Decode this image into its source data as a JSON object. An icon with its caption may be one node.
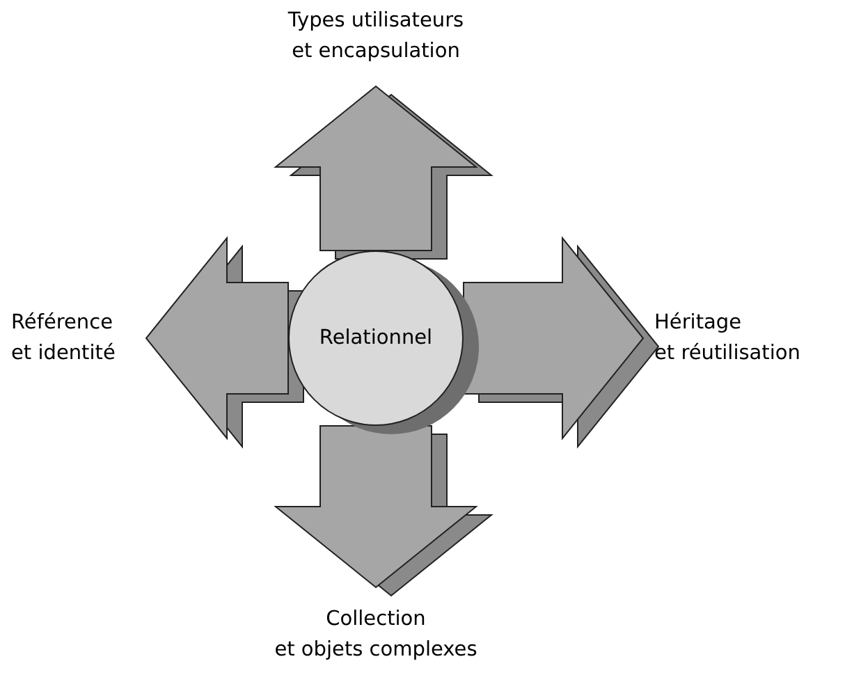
{
  "diagram": {
    "nodes": [
      {
        "text": [
          "Relationnel"
        ]
      },
      {
        "text": [
          "Types utilisateurs et encapsulation"
        ]
      },
      {
        "text": [
          "Référence et identité"
        ]
      },
      {
        "text": [
          "Héritage et réutilisation"
        ]
      },
      {
        "text": [
          "Collection et objets complexes"
        ]
      }
    ],
    "edges": [
      {
        "from": 0,
        "to": 1,
        "arrow": "to"
      },
      {
        "from": 0,
        "to": 2,
        "arrow": "to"
      },
      {
        "from": 0,
        "to": 3,
        "arrow": "to"
      },
      {
        "from": 0,
        "to": 4,
        "arrow": "to"
      }
    ]
  }
}
